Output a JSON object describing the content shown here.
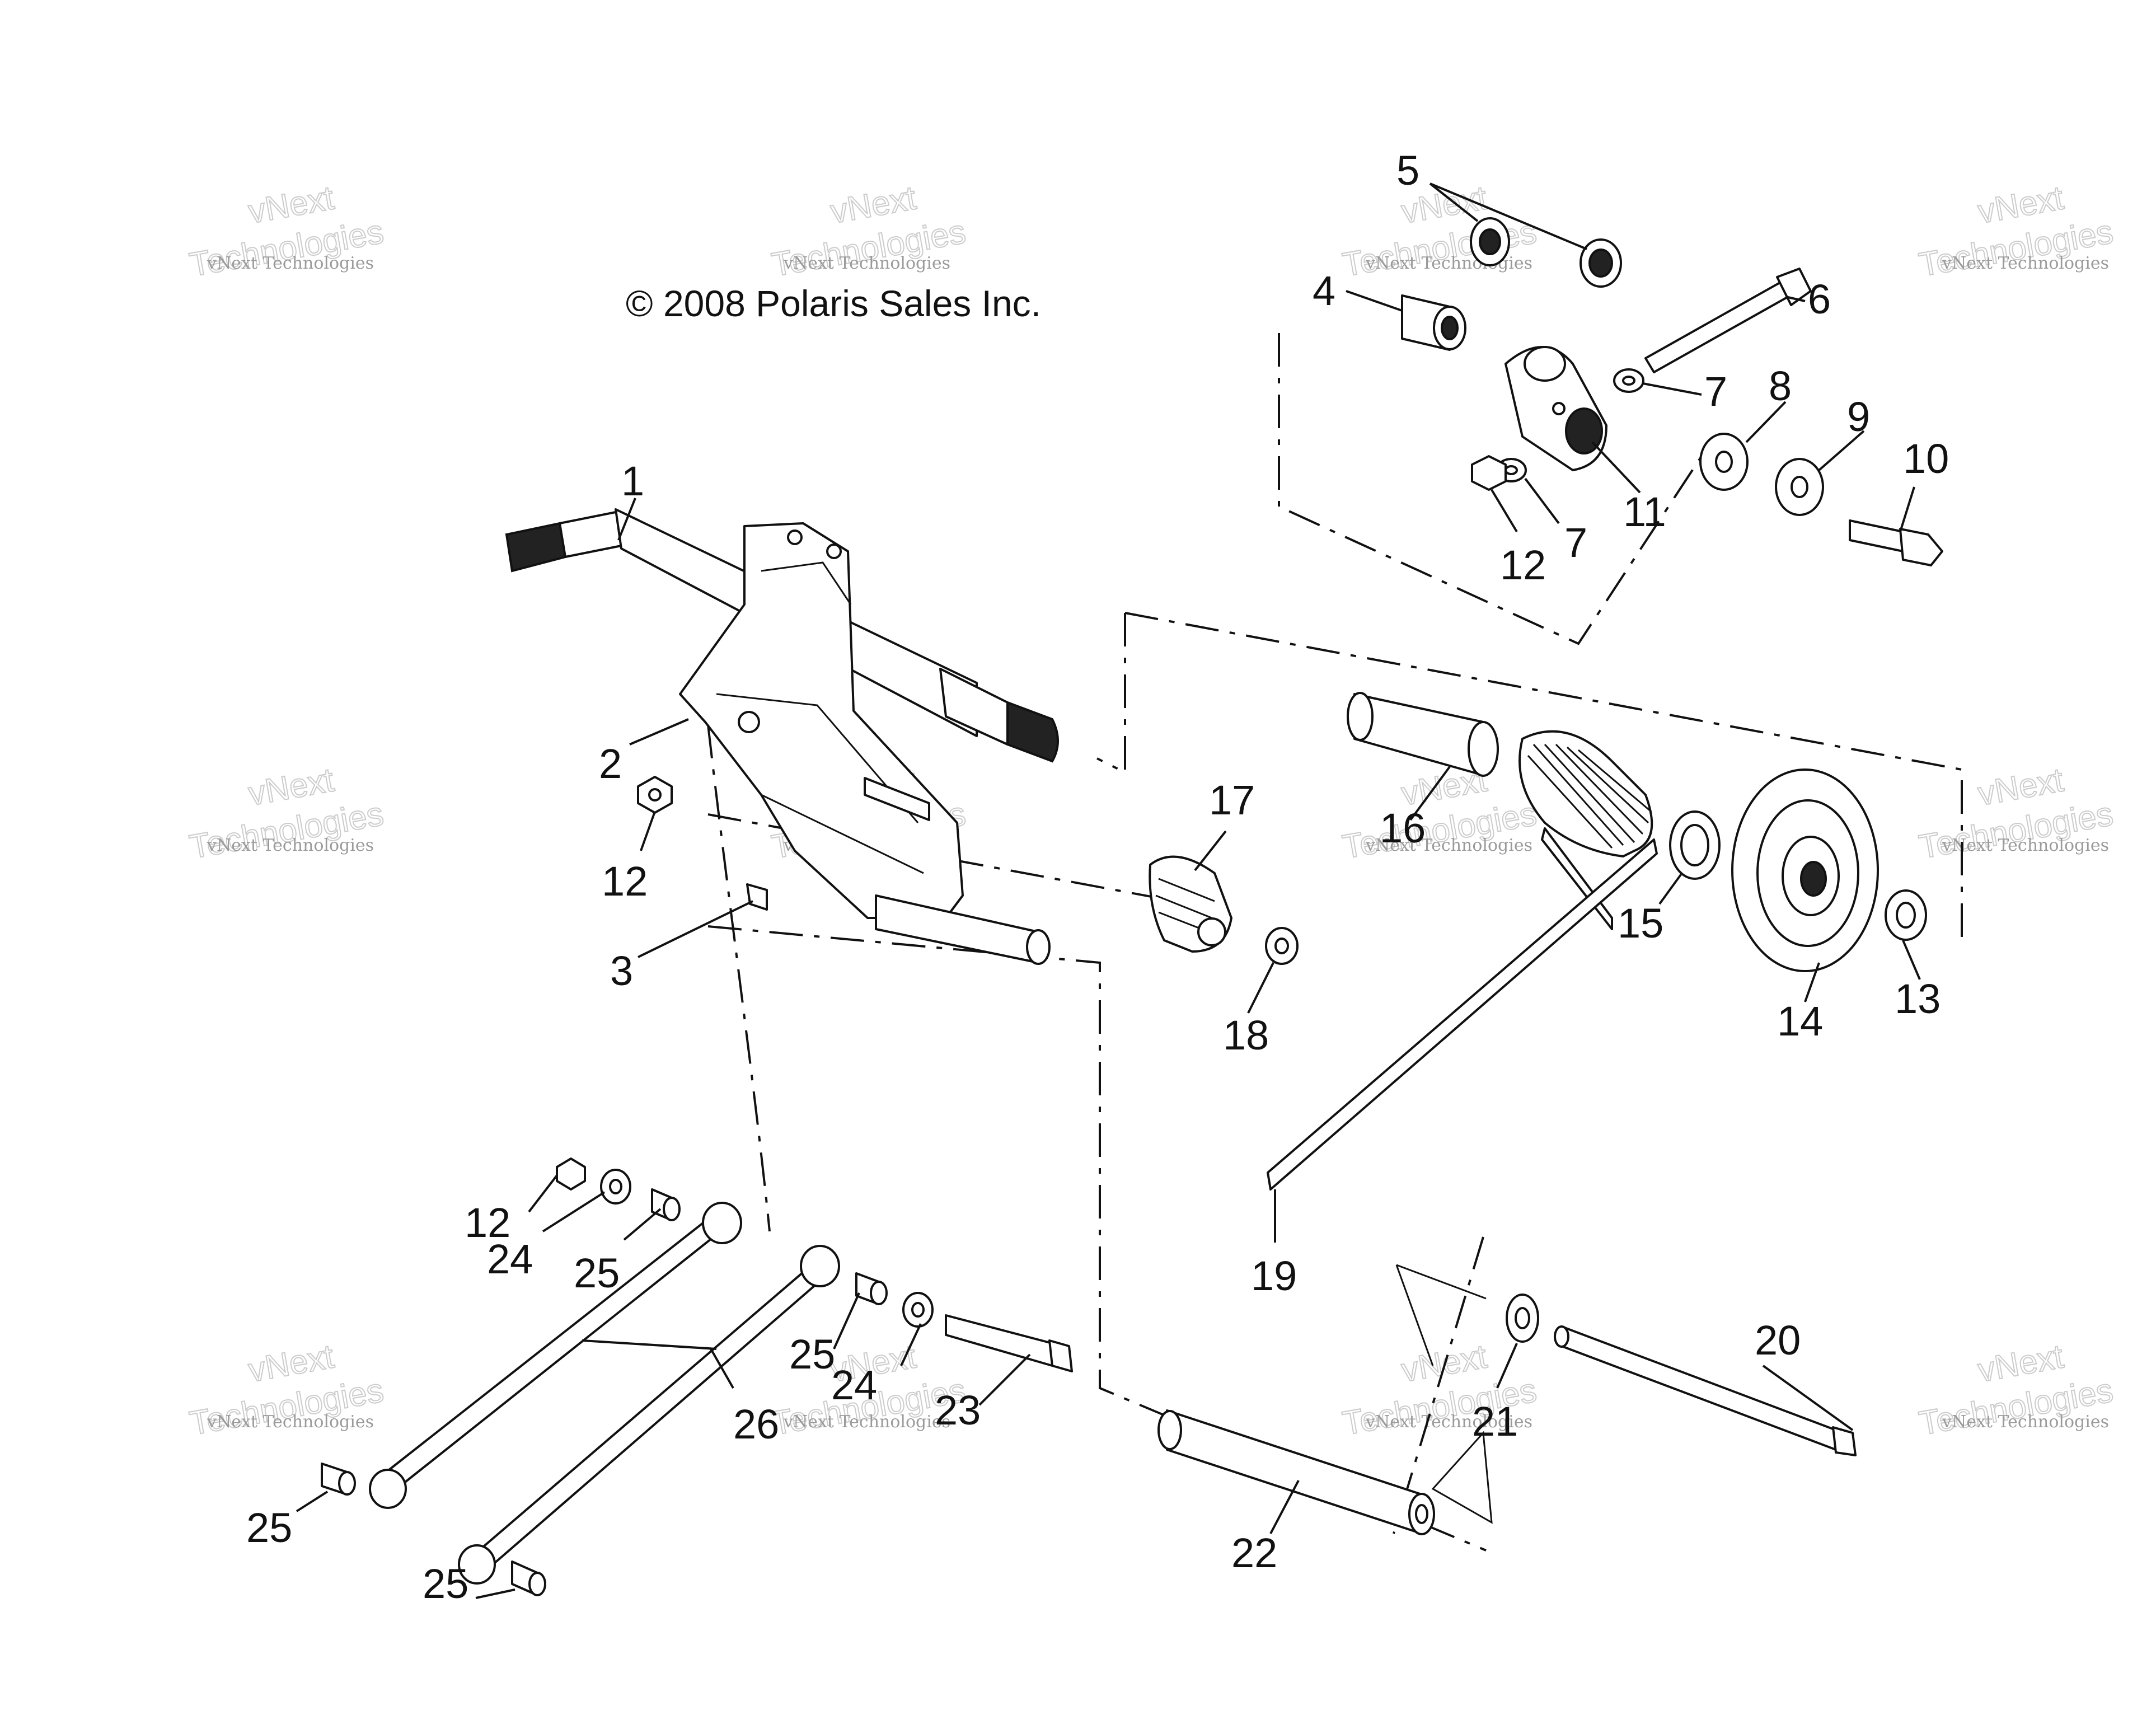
{
  "copyright": "© 2008 Polaris Sales Inc.",
  "watermark": {
    "line1": "vNext",
    "line2": "Technologies",
    "small": "vNext Technologies"
  },
  "callouts": [
    "1",
    "2",
    "3",
    "4",
    "5",
    "6",
    "7",
    "7",
    "8",
    "9",
    "10",
    "11",
    "12",
    "12",
    "12",
    "13",
    "14",
    "15",
    "16",
    "17",
    "18",
    "19",
    "20",
    "21",
    "22",
    "23",
    "24",
    "24",
    "25",
    "25",
    "25",
    "25",
    "26"
  ],
  "colors": {
    "line": "#111111",
    "watermark": "#cccccc"
  }
}
